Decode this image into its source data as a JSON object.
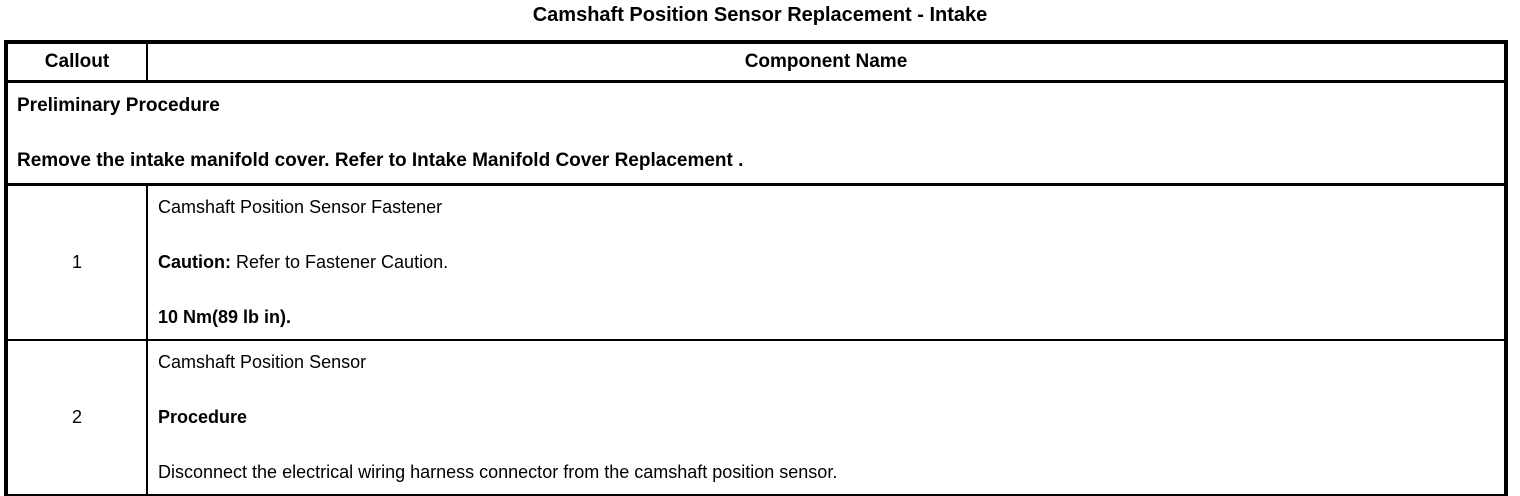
{
  "title": "Camshaft Position Sensor Replacement - Intake",
  "table": {
    "headers": {
      "callout": "Callout",
      "component_name": "Component Name"
    },
    "preliminary": {
      "heading": "Preliminary Procedure",
      "instruction": "Remove the intake manifold cover. Refer to Intake Manifold Cover Replacement ."
    },
    "rows": [
      {
        "callout": "1",
        "component": "Camshaft Position Sensor Fastener",
        "caution_label": "Caution:",
        "caution_text": " Refer to Fastener Caution.",
        "torque": "10 Nm(89 lb in)."
      },
      {
        "callout": "2",
        "component": "Camshaft Position Sensor",
        "procedure_label": "Procedure",
        "procedure_text": "Disconnect the electrical wiring harness connector from the camshaft position sensor."
      }
    ]
  },
  "colors": {
    "text": "#000000",
    "border": "#000000",
    "background": "#ffffff"
  }
}
